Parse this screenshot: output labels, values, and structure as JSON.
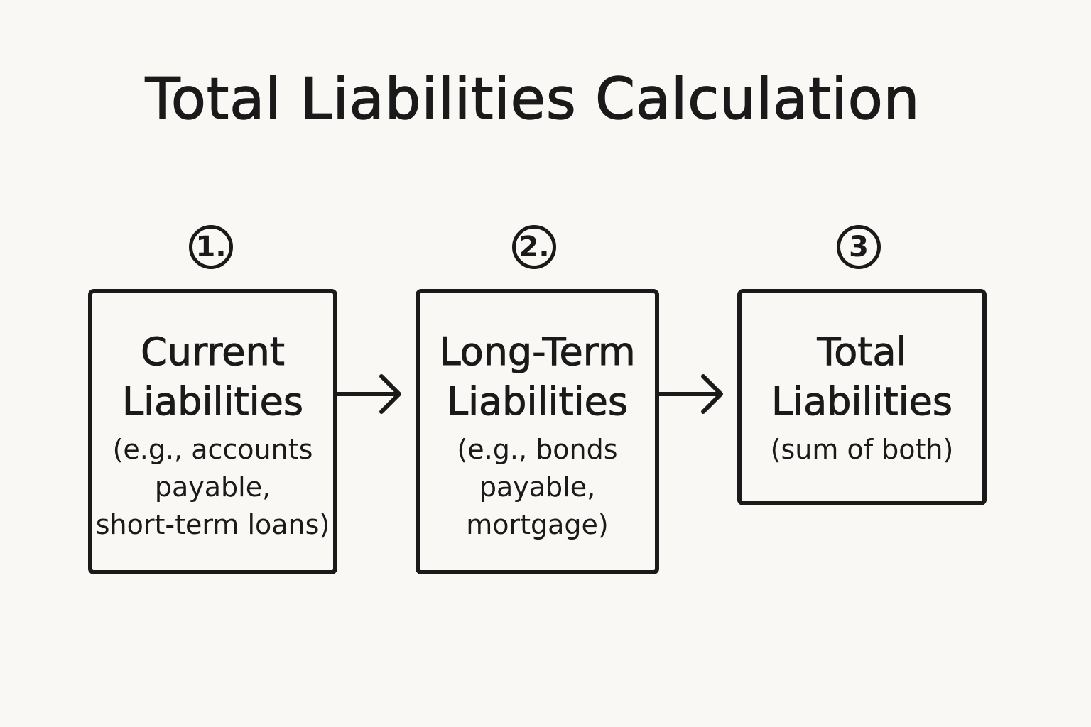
{
  "title": "Total Liabilities Calculation",
  "steps": [
    {
      "number": "1.",
      "title_line1": "Current",
      "title_line2": "Liabilities",
      "desc_line1": "(e.g., accounts",
      "desc_line2": "payable,",
      "desc_line3": "short-term loans)"
    },
    {
      "number": "2.",
      "title_line1": "Long-Term",
      "title_line2": "Liabilities",
      "desc_line1": "(e.g., bonds",
      "desc_line2": "payable,",
      "desc_line3": "mortgage)"
    },
    {
      "number": "3",
      "title_line1": "Total",
      "title_line2": "Liabilities",
      "desc_line1": "(sum of both)"
    }
  ],
  "colors": {
    "background": "#f9f8f4",
    "ink": "#1a1a1a"
  }
}
